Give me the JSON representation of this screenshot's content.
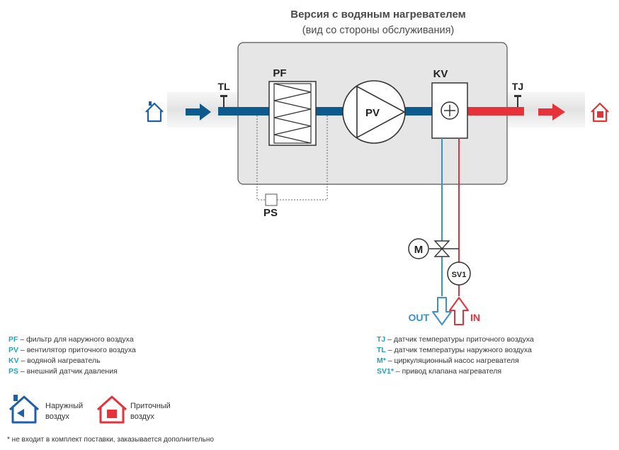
{
  "title": {
    "line1": "Версия с водяным нагревателем",
    "line2": "(вид со стороны обслуживания)"
  },
  "components": {
    "pf": "PF",
    "pv": "PV",
    "kv": "KV",
    "tl": "TL",
    "tj": "TJ",
    "ps": "PS",
    "m": "M",
    "sv1": "SV1"
  },
  "flows": {
    "out": "OUT",
    "in": "IN"
  },
  "legend_left": [
    {
      "abbr": "PF",
      "text": " – фильтр для наружного воздуха"
    },
    {
      "abbr": "PV",
      "text": " – вентилятор приточного воздуха"
    },
    {
      "abbr": "KV",
      "text": " – водяной нагреватель"
    },
    {
      "abbr": "PS",
      "text": " – внешний датчик давления"
    }
  ],
  "legend_right": [
    {
      "abbr": "TJ",
      "text": " – датчик температуры приточного воздуха"
    },
    {
      "abbr": "TL",
      "text": " – датчик температуры наружного воздуха"
    },
    {
      "abbr": "M*",
      "text": " – циркуляционный насос нагревателя"
    },
    {
      "abbr": "SV1*",
      "text": " – привод клапана нагревателя"
    }
  ],
  "air_legend": {
    "outdoor_line1": "Наружный",
    "outdoor_line2": "воздух",
    "supply_line1": "Приточный",
    "supply_line2": "воздух"
  },
  "footnote": "* не входит в комплект поставки, заказывается дополнительно",
  "colors": {
    "blue": "#0d5a8e",
    "red": "#e5323b",
    "cyan": "#1aa6c2",
    "housing": "#e6e6e6",
    "duct": "#ececec"
  },
  "icons": {
    "outdoor": "house-outdoor-icon",
    "supply": "house-supply-icon",
    "fan": "fan-triangle-icon",
    "heater": "plus-circle-icon",
    "valve": "valve-icon"
  }
}
